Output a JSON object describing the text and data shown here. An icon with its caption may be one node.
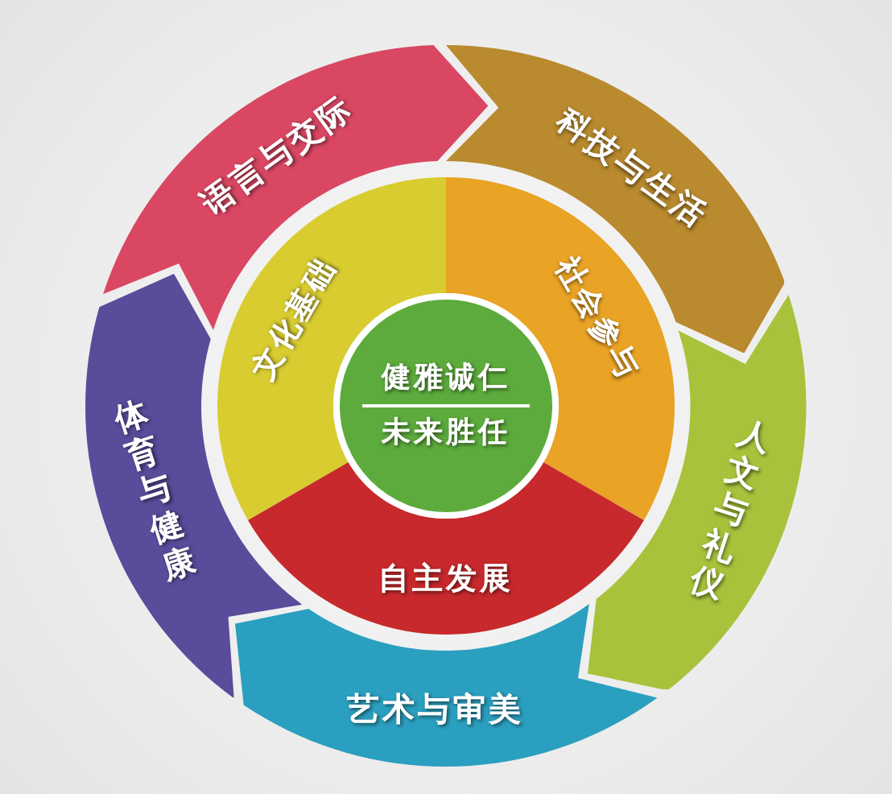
{
  "diagram": {
    "nodes": [
      {
        "text": [
          "语言与交际"
        ]
      },
      {
        "text": [
          "科技与生活"
        ]
      },
      {
        "text": [
          "人文与礼仪"
        ]
      },
      {
        "text": [
          "艺术与审美"
        ]
      },
      {
        "text": [
          "体育与健康"
        ]
      },
      {
        "text": [
          "文化基础"
        ]
      },
      {
        "text": [
          "社会参与"
        ]
      },
      {
        "text": [
          "自主发展"
        ]
      },
      {
        "text": [
          "健雅诚仁",
          "未来胜任"
        ]
      }
    ]
  }
}
